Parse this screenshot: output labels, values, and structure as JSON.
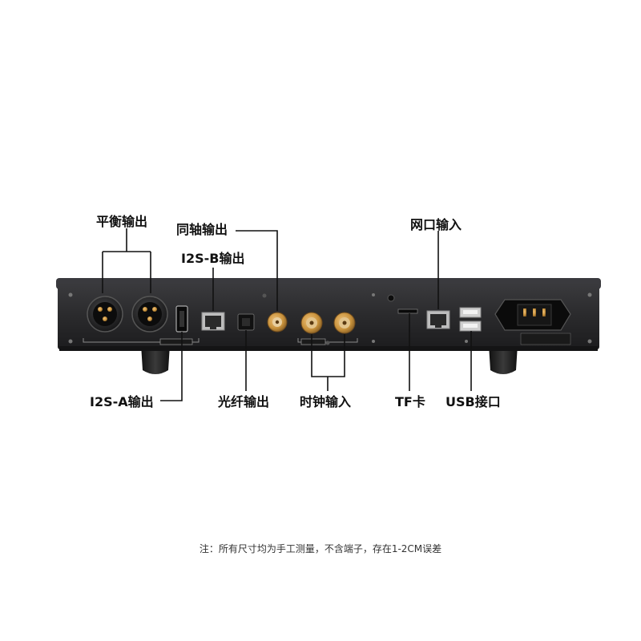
{
  "labels": {
    "balanced_out": "平衡输出",
    "coaxial_out": "同轴输出",
    "i2s_b_out": "I2S-B输出",
    "network_in": "网口输入",
    "i2s_a_out": "I2S-A输出",
    "optical_out": "光纤输出",
    "clock_in": "时钟输入",
    "tf_card": "TF卡",
    "usb_port": "USB接口"
  },
  "note": "注：所有尺寸均为手工测量，不含端子，存在1-2CM误差",
  "colors": {
    "chassis": "#2c2c2e",
    "panel": "#1e1e20",
    "gold": "#c8923c",
    "ethernet_jack": "#b8b8b8",
    "leader_line": "#111111"
  }
}
